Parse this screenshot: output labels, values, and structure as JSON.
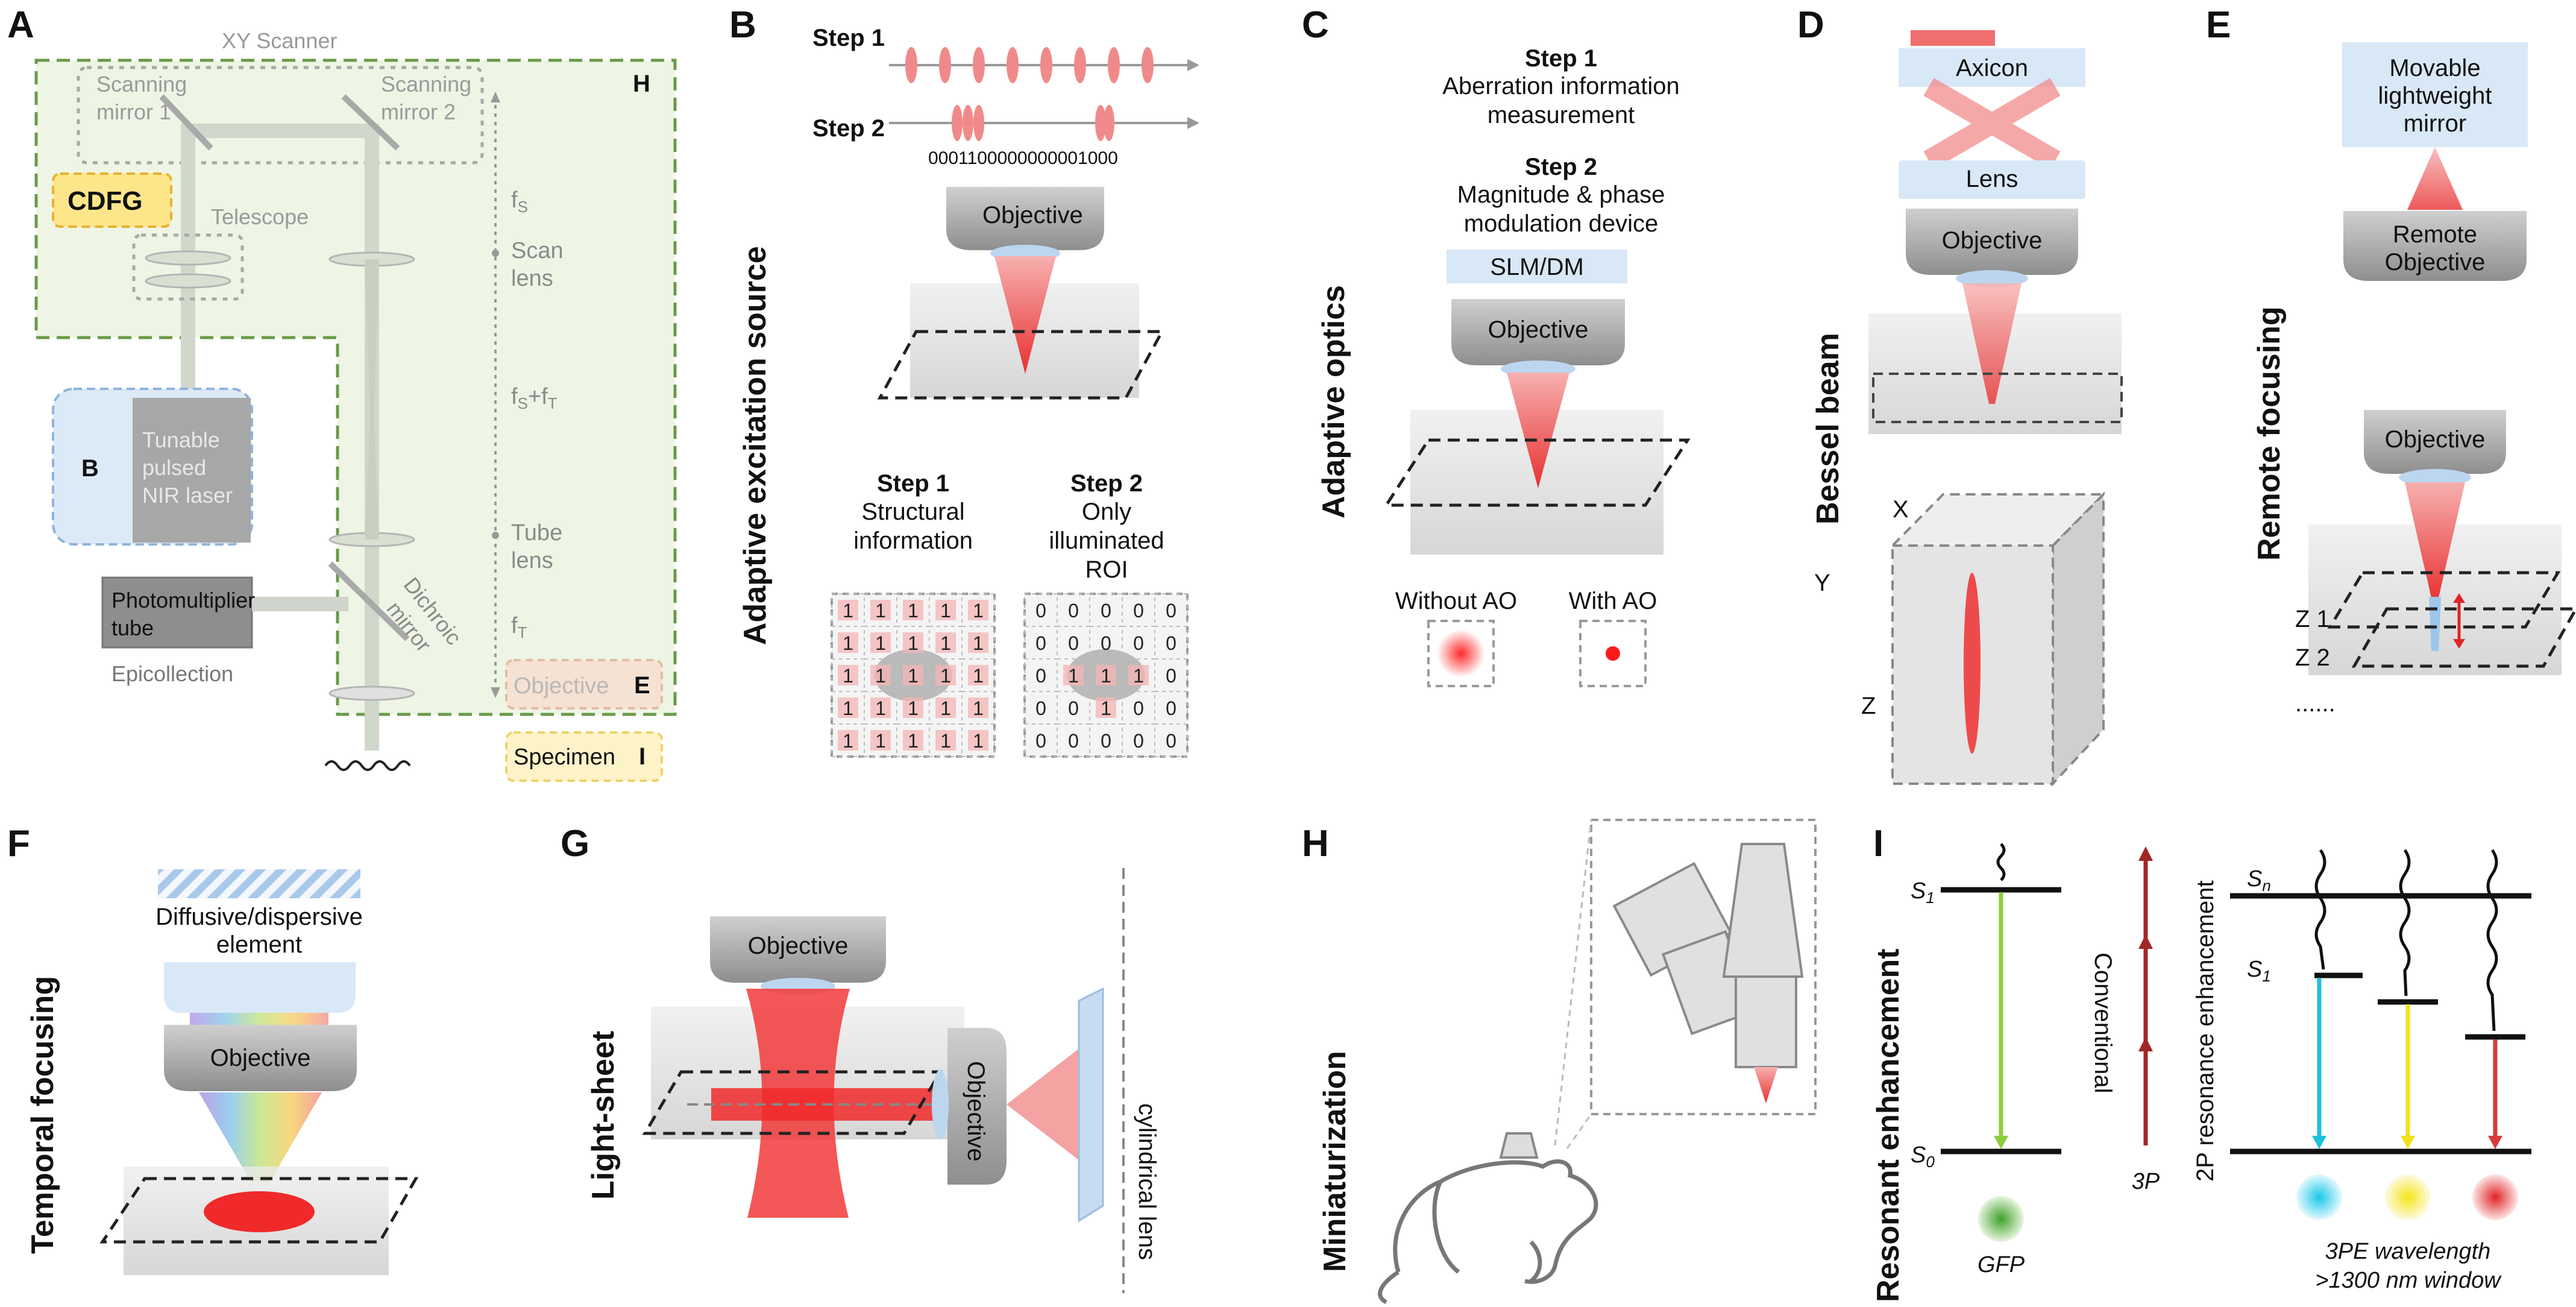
{
  "panels": {
    "A": {
      "letter": "A",
      "xy_scanner": "XY Scanner",
      "mirror1": [
        "Scanning",
        "mirror 1"
      ],
      "mirror2": [
        "Scanning",
        "mirror 2"
      ],
      "h_tag": "H",
      "cdfg": "CDFG",
      "telescope": "Telescope",
      "b_tag": "B",
      "laser": [
        "Tunable",
        "pulsed",
        "NIR laser"
      ],
      "fs": "f",
      "fs_sub": "S",
      "scan_lens": [
        "Scan",
        "lens"
      ],
      "fsft": "f",
      "fsft_sub1": "S",
      "fsft_mid": "+f",
      "fsft_sub2": "T",
      "tube_lens": [
        "Tube",
        "lens"
      ],
      "ft": "f",
      "ft_sub": "T",
      "pmt": [
        "Photomultiplier",
        "tube"
      ],
      "epicollection": "Epicollection",
      "dichroic": [
        "Dichroic",
        "mirror"
      ],
      "objective": "Objective",
      "e_tag": "E",
      "specimen": "Specimen",
      "i_tag": "I"
    },
    "B": {
      "letter": "B",
      "title": "Adaptive excitation source",
      "step1": "Step 1",
      "step2": "Step 2",
      "sequence": "0001100000000001000",
      "objective": "Objective",
      "s1_title": "Step 1",
      "s1_text": [
        "Structural",
        "information"
      ],
      "s2_title": "Step 2",
      "s2_text": [
        "Only",
        "illuminated",
        "ROI"
      ],
      "grid1": [
        [
          "1",
          "1",
          "1",
          "1",
          "1"
        ],
        [
          "1",
          "1",
          "1",
          "1",
          "1"
        ],
        [
          "1",
          "1",
          "1",
          "1",
          "1"
        ],
        [
          "1",
          "1",
          "1",
          "1",
          "1"
        ],
        [
          "1",
          "1",
          "1",
          "1",
          "1"
        ]
      ],
      "grid2": [
        [
          "0",
          "0",
          "0",
          "0",
          "0"
        ],
        [
          "0",
          "0",
          "0",
          "0",
          "0"
        ],
        [
          "0",
          "1",
          "1",
          "1",
          "0"
        ],
        [
          "0",
          "0",
          "1",
          "0",
          "0"
        ],
        [
          "0",
          "0",
          "0",
          "0",
          "0"
        ]
      ]
    },
    "C": {
      "letter": "C",
      "title": "Adaptive optics",
      "step1": "Step 1",
      "step1_text": [
        "Aberration information",
        "measurement"
      ],
      "step2": "Step 2",
      "step2_text": [
        "Magnitude & phase",
        "modulation device"
      ],
      "slm": "SLM/DM",
      "objective": "Objective",
      "without": "Without AO",
      "with": "With AO"
    },
    "D": {
      "letter": "D",
      "title": "Bessel beam",
      "axicon": "Axicon",
      "lens": "Lens",
      "objective": "Objective",
      "x": "X",
      "y": "Y",
      "z": "Z"
    },
    "E": {
      "letter": "E",
      "title": "Remote focusing",
      "mirror": [
        "Movable",
        "lightweight",
        "mirror"
      ],
      "remote": [
        "Remote",
        "Objective"
      ],
      "objective": "Objective",
      "z1": "Z 1",
      "z2": "Z 2",
      "dots": "......"
    },
    "F": {
      "letter": "F",
      "title": "Temporal focusing",
      "element": [
        "Diffusive/dispersive",
        "element"
      ],
      "objective": "Objective"
    },
    "G": {
      "letter": "G",
      "title": "Light-sheet",
      "objective": "Objective",
      "objective2": "Objective",
      "cyl": "cylindrical lens"
    },
    "H": {
      "letter": "H",
      "title": "Miniaturization"
    },
    "I": {
      "letter": "I",
      "title": "Resonant enhancement",
      "s1": "S",
      "s1_sub": "1",
      "s0": "S",
      "s0_sub": "0",
      "conventional": "Conventional",
      "threep": "3P",
      "gfp": "GFP",
      "sn": "S",
      "sn_sub": "n",
      "s1b": "S",
      "s1b_sub": "1",
      "resonance": "2P resonance enhancement",
      "window": [
        "3PE wavelength",
        ">1300 nm window"
      ]
    }
  },
  "colors": {
    "green_box": "#eef5e4",
    "green_border": "#6a9a4a",
    "red_beam": "#f04a4a",
    "cdfg_fill": "#fde68a",
    "blue_panel": "#d8e8f7"
  }
}
